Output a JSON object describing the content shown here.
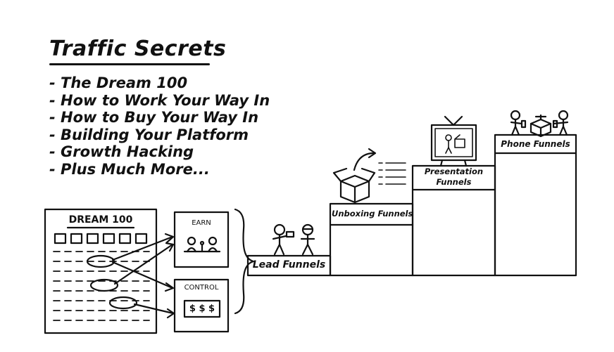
{
  "title": "Traffic Secrets",
  "bullets": [
    "- The Dream 100",
    "- How to Work Your Way In",
    "- How to Buy Your Way In",
    "- Building Your Platform",
    "- Growth Hacking",
    "- Plus Much More..."
  ],
  "dream_box": {
    "label": "DREAM 100"
  },
  "earn_box": {
    "label": "EARN"
  },
  "control_box": {
    "label": "CONTROL",
    "money": "$ $ $"
  },
  "steps": [
    {
      "label": "Lead Funnels"
    },
    {
      "label": "Unboxing Funnels"
    },
    {
      "label": "Presentation Funnels",
      "line1": "Presentation",
      "line2": "Funnels"
    },
    {
      "label": "Phone Funnels"
    }
  ]
}
